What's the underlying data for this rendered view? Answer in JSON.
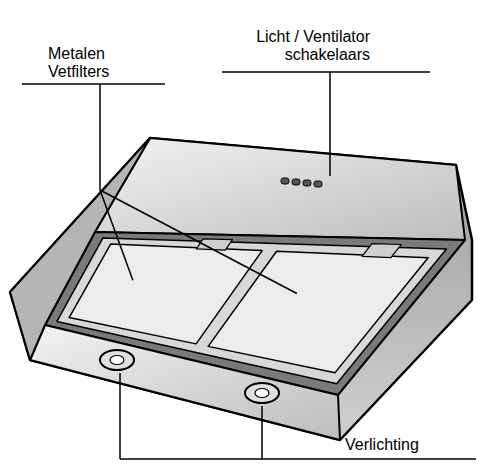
{
  "diagram": {
    "labels": [
      "Metalen Vetfilters",
      "Licht / Ventilator schakelaars",
      "Verlichting"
    ]
  }
}
